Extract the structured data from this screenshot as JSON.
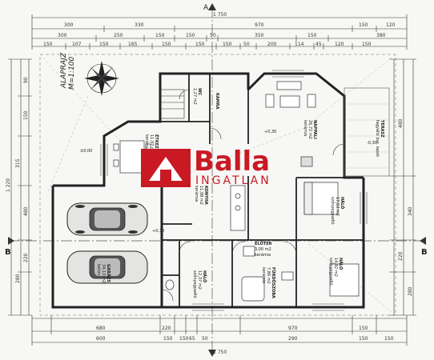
{
  "plan": {
    "title_line1": "ALAPRAJZ",
    "title_line2": "M=1:100",
    "section_top": "A",
    "section_left": "B",
    "section_right": "B",
    "top_total": "1 750",
    "bottom_total": "1 750",
    "left_total": "1 220",
    "top_dims_row1": [
      "300",
      "330",
      "970",
      "150",
      "120"
    ],
    "top_dims_row2": [
      "300",
      "250",
      "150",
      "150",
      "50",
      "350",
      "150",
      "380"
    ],
    "top_dims_row3": [
      "150",
      "107",
      "150",
      "165",
      "150",
      "150",
      "150",
      "50",
      "200",
      "114",
      "45",
      "120",
      "150"
    ],
    "bottom_dims_row1": [
      "680",
      "220",
      "970",
      "150"
    ],
    "bottom_dims_row2": [
      "600",
      "150",
      "150",
      "65",
      "50",
      "290",
      "150",
      "150"
    ],
    "left_dims": [
      "480",
      "220",
      "315",
      "280",
      "150",
      "90"
    ],
    "right_dims": [
      "480",
      "340",
      "220",
      "280"
    ]
  },
  "rooms": {
    "nappali": {
      "name": "NAPPALI",
      "area": "26,72 m2",
      "floor": "kerámia"
    },
    "etkezo": {
      "name": "ÉTKEZŐ",
      "area": "11,97 m2",
      "floor": "kerámia"
    },
    "konyha": {
      "name": "KONYHA",
      "area": "11,98 m2",
      "floor": "kerámia"
    },
    "halo1": {
      "name": "HÁLÓ",
      "area": "17,63 m2",
      "floor": "szőnyegpadló"
    },
    "halo2": {
      "name": "HÁLÓ",
      "area": "12,37 m2",
      "floor": "szőnyegpadló"
    },
    "halo3": {
      "name": "HÁLÓ",
      "area": "14,92 m2",
      "floor": "szőnyegpadló"
    },
    "eloter": {
      "name": "ELŐTÉR",
      "area": "3,00 m2",
      "floor": "kerámia"
    },
    "furdo": {
      "name": "FÜRDŐSZOBA",
      "area": "7,86 m2",
      "floor": "kerámia"
    },
    "garazs": {
      "name": "GARÁZS",
      "area": "34,13 m2",
      "floor": "beton"
    },
    "terasz": {
      "name": "TERASZ",
      "area": "",
      "floor": "fagyálló bur. lapok"
    },
    "wc": {
      "name": "WC",
      "area": "2,27 m2",
      "floor": ""
    },
    "kamra": {
      "name": "KAMRA",
      "area": "",
      "floor": ""
    }
  },
  "levels": [
    "±0,00",
    "+0,30",
    "+0,10",
    "-0,30"
  ],
  "watermark": {
    "brand": "Balla",
    "sub": "INGATLAN",
    "color": "#c91a24"
  }
}
